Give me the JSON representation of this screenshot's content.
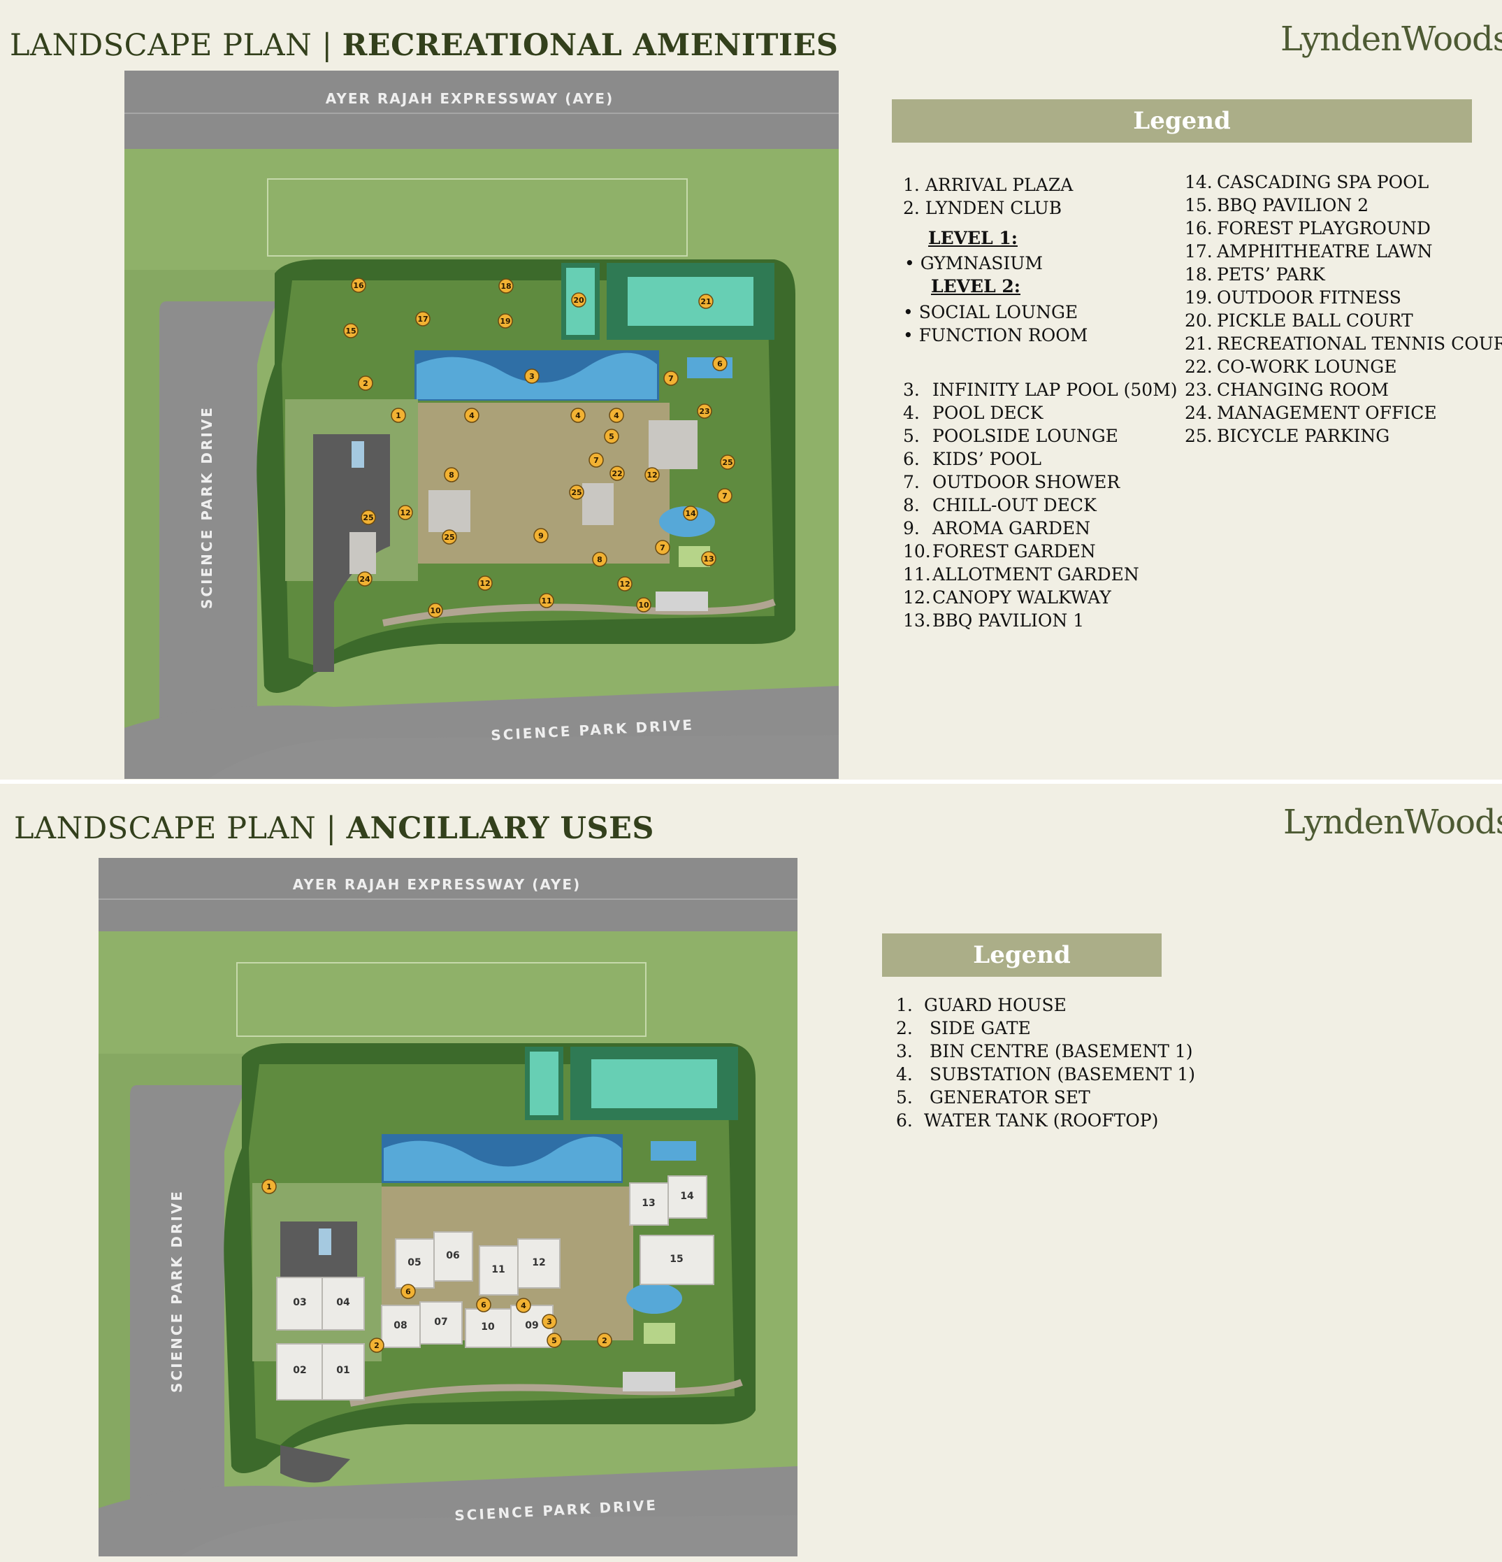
{
  "brand_name": "LyndenWoods",
  "panel1": {
    "title_light": "LANDSCAPE PLAN | ",
    "title_bold": "RECREATIONAL AMENITIES",
    "legend_title": "Legend",
    "legend_col1": [
      {
        "num": "1.",
        "label": "ARRIVAL PLAZA"
      },
      {
        "num": "2.",
        "label": "LYNDEN CLUB"
      }
    ],
    "club_level1_heading": "LEVEL 1:",
    "club_level1_items": [
      "•   GYMNASIUM"
    ],
    "club_level2_heading": "LEVEL 2:",
    "club_level2_items": [
      "• SOCIAL LOUNGE",
      "• FUNCTION ROOM"
    ],
    "legend_col1b": [
      {
        "num": "3.",
        "label": "INFINITY LAP POOL (50M)"
      },
      {
        "num": "4.",
        "label": "POOL DECK"
      },
      {
        "num": "5.",
        "label": "POOLSIDE LOUNGE"
      },
      {
        "num": "6.",
        "label": "KIDS’ POOL"
      },
      {
        "num": "7.",
        "label": "OUTDOOR SHOWER"
      },
      {
        "num": "8.",
        "label": "CHILL-OUT DECK"
      },
      {
        "num": "9.",
        "label": "AROMA GARDEN"
      },
      {
        "num": "10.",
        "label": "FOREST GARDEN"
      },
      {
        "num": "11.",
        "label": "ALLOTMENT GARDEN"
      },
      {
        "num": "12.",
        "label": "CANOPY WALKWAY"
      },
      {
        "num": "13.",
        "label": "BBQ PAVILION 1"
      }
    ],
    "legend_col2": [
      {
        "num": "14.",
        "label": "CASCADING SPA POOL"
      },
      {
        "num": "15.",
        "label": "BBQ PAVILION 2"
      },
      {
        "num": "16.",
        "label": "FOREST PLAYGROUND"
      },
      {
        "num": "17.",
        "label": "AMPHITHEATRE LAWN"
      },
      {
        "num": "18.",
        "label": "PETS’ PARK"
      },
      {
        "num": "19.",
        "label": "OUTDOOR FITNESS"
      },
      {
        "num": "20.",
        "label": "PICKLE BALL COURT"
      },
      {
        "num": "21.",
        "label": "RECREATIONAL TENNIS COURT"
      },
      {
        "num": "22.",
        "label": "CO-WORK LOUNGE"
      },
      {
        "num": "23.",
        "label": "CHANGING ROOM"
      },
      {
        "num": "24.",
        "label": "MANAGEMENT OFFICE"
      },
      {
        "num": "25.",
        "label": "BICYCLE PARKING"
      }
    ],
    "map": {
      "road_top": "AYER RAJAH EXPRESSWAY (AYE)",
      "road_left": "SCIENCE  PARK  DRIVE",
      "road_bottom": "SCIENCE  PARK  DRIVE",
      "markers": [
        "1",
        "2",
        "3",
        "4",
        "4",
        "4",
        "5",
        "6",
        "7",
        "7",
        "7",
        "7",
        "8",
        "8",
        "9",
        "10",
        "10",
        "11",
        "12",
        "12",
        "12",
        "12",
        "13",
        "14",
        "15",
        "16",
        "17",
        "18",
        "19",
        "20",
        "21",
        "22",
        "23",
        "24",
        "25",
        "25",
        "25",
        "25"
      ]
    }
  },
  "panel2": {
    "title_light": "LANDSCAPE PLAN | ",
    "title_bold": "ANCILLARY USES",
    "legend_title": "Legend",
    "legend": [
      {
        "num": "1.",
        "label": "GUARD HOUSE"
      },
      {
        "num": "2.",
        "label": " SIDE GATE"
      },
      {
        "num": "3.",
        "label": " BIN CENTRE (BASEMENT 1)"
      },
      {
        "num": "4.",
        "label": " SUBSTATION (BASEMENT 1)"
      },
      {
        "num": "5.",
        "label": " GENERATOR SET"
      },
      {
        "num": "6.",
        "label": "WATER TANK (ROOFTOP)"
      }
    ],
    "map": {
      "road_top": "AYER RAJAH EXPRESSWAY (AYE)",
      "road_left": "SCIENCE  PARK  DRIVE",
      "road_bottom": "SCIENCE  PARK  DRIVE",
      "blocks": [
        "01",
        "02",
        "03",
        "04",
        "05",
        "06",
        "07",
        "08",
        "09",
        "10",
        "11",
        "12",
        "13",
        "14",
        "15"
      ],
      "markers": [
        "1",
        "2",
        "2",
        "3",
        "4",
        "5",
        "6",
        "6"
      ]
    }
  },
  "colors": {
    "background": "#f1efe4",
    "title": "#33401c",
    "legend_header": "#abae88",
    "road": "#8e8e8e",
    "grass": "#8fb169",
    "marker": "#f2b233"
  }
}
